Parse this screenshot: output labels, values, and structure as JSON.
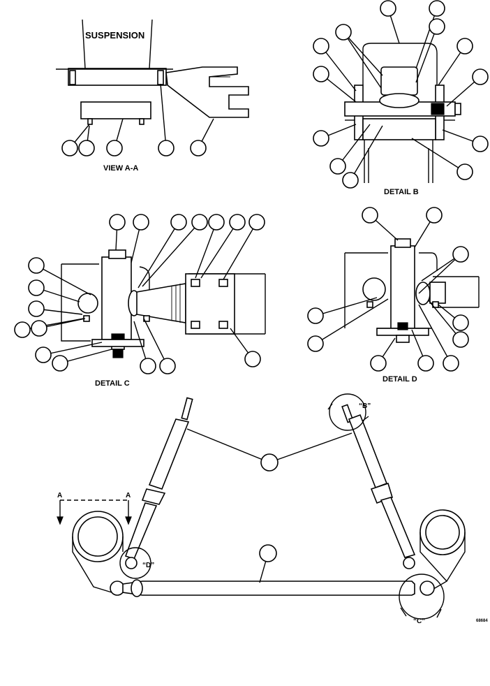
{
  "labels": {
    "suspension": "SUSPENSION",
    "view_a": "VIEW A-A",
    "detail_b": "DETAIL B",
    "detail_c": "DETAIL C",
    "detail_d": "DETAIL D",
    "section_a_left": "A",
    "section_a_right": "A",
    "ref_b": "“B”",
    "ref_c": "“C”",
    "ref_d": "“D”",
    "figure_number": "68684"
  }
}
